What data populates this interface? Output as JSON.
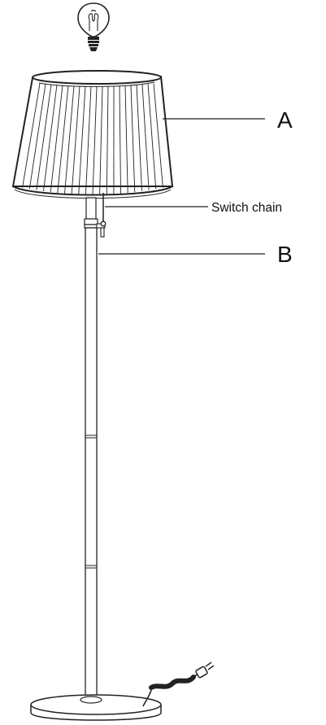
{
  "labels": {
    "shade": "A",
    "switch_chain": "Switch chain",
    "pole": "B"
  },
  "colors": {
    "line": "#222222",
    "background": "#ffffff"
  },
  "icons": [
    "light-bulb-icon",
    "power-plug-icon"
  ]
}
